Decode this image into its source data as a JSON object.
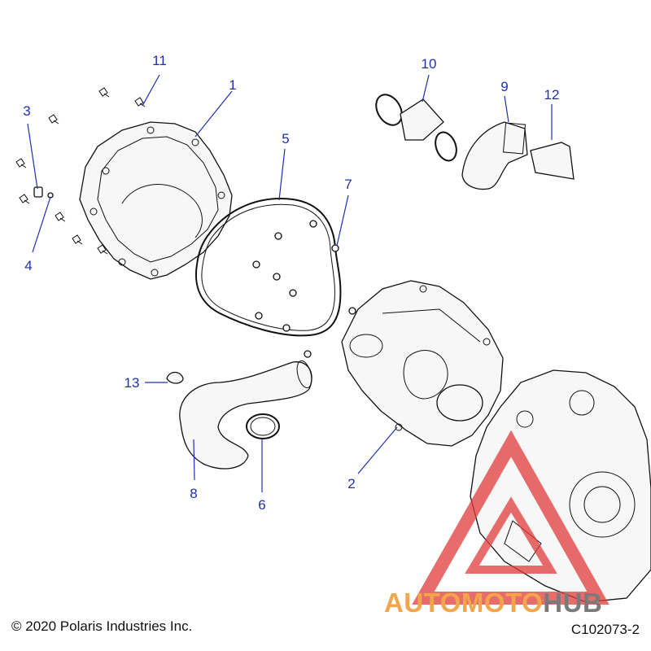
{
  "callouts": {
    "c1": "1",
    "c2": "2",
    "c3": "3",
    "c4": "4",
    "c5": "5",
    "c6": "6",
    "c7": "7",
    "c8": "8",
    "c9": "9",
    "c10": "10",
    "c11": "11",
    "c12": "12",
    "c13": "13"
  },
  "footer": {
    "copyright": "© 2020 Polaris Industries Inc.",
    "drawing_id": "C102073-2"
  },
  "watermark": {
    "part1": "AUTOMOTO",
    "part2": "HUB",
    "color_primary": "#f2a54a",
    "color_secondary": "#7a7a7a",
    "triangle_color": "#e23b3b"
  }
}
